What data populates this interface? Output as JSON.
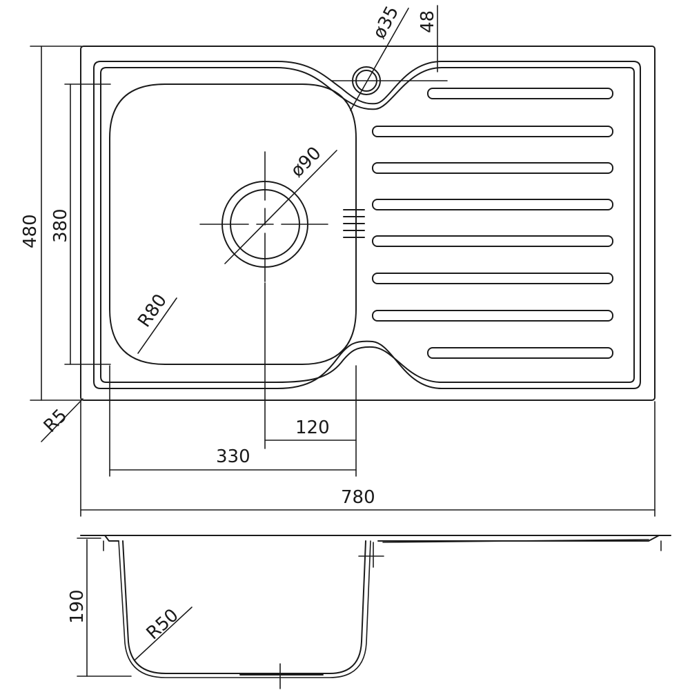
{
  "dimensions": {
    "hole_diameter": "ø35",
    "hole_offset": "48",
    "drain_diameter": "ø90",
    "total_depth": "480",
    "bowl_depth": "380",
    "corner_radius": "R5",
    "bowl_corner_radius": "R80",
    "drain_offset": "120",
    "bowl_width": "330",
    "total_width": "780",
    "height": "190",
    "side_radius": "R50"
  },
  "drainboard": {
    "slot_count": 8
  }
}
